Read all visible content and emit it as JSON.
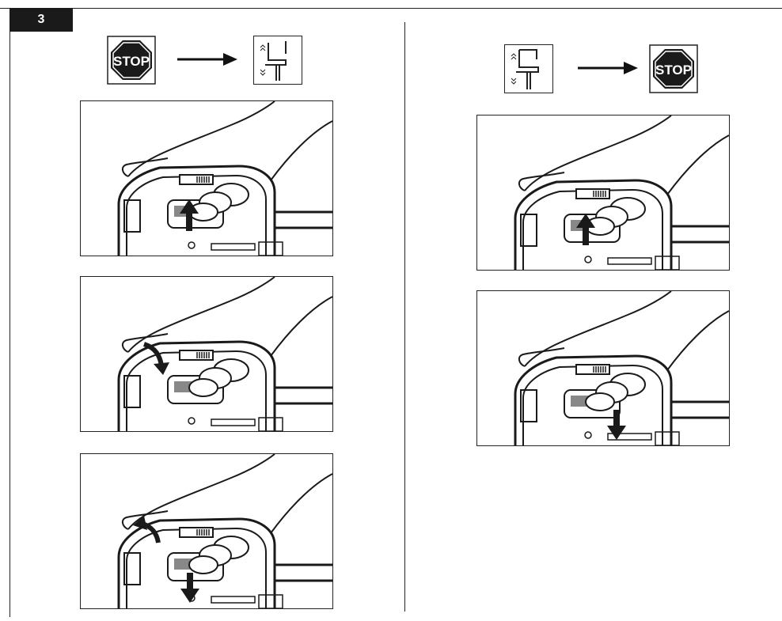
{
  "figure": {
    "number": "3"
  },
  "stop_sign": {
    "text": "STOP",
    "color": "#1a1a1a"
  },
  "left_column": {
    "panels": [
      {
        "arrow": "up"
      },
      {
        "arrow": "curved-down"
      },
      {
        "arrow": "curved-up-and-down"
      }
    ]
  },
  "right_column": {
    "panels": [
      {
        "arrow": "up"
      },
      {
        "arrow": "down"
      }
    ]
  }
}
